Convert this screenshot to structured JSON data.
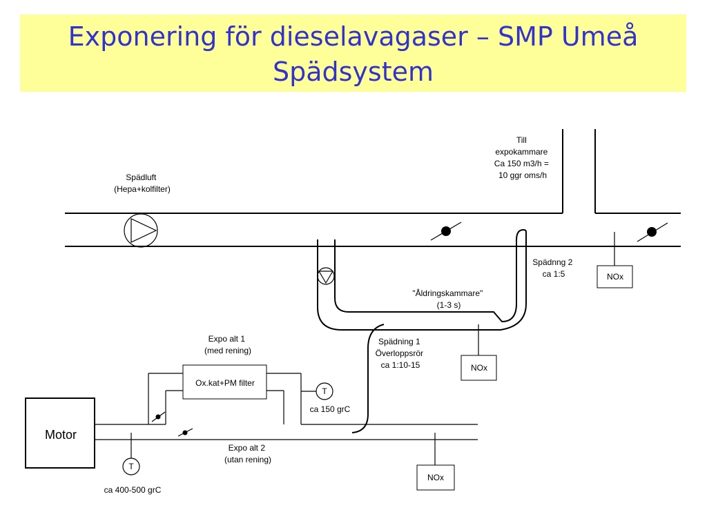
{
  "title": {
    "line1": "Exponering för dieselavagaser – SMP Umeå",
    "line2": "Spädsystem"
  },
  "labels": {
    "spadluft": [
      "Spädluft",
      "(Hepa+kolfilter)"
    ],
    "till_expo": [
      "Till",
      "expokammare",
      "Ca 150 m3/h =",
      "10 ggr oms/h"
    ],
    "spadning2": [
      "Spädnng 2",
      "ca 1:5"
    ],
    "aldring": [
      "\"Åldringskammare\"",
      "(1-3 s)"
    ],
    "spadning1": [
      "Spädning 1",
      "Överloppsrör",
      "ca 1:10-15"
    ],
    "expo_alt1": [
      "Expo alt 1",
      "(med rening)"
    ],
    "expo_alt2": [
      "Expo alt 2",
      "(utan rening)"
    ],
    "filter": "Ox.kat+PM filter",
    "motor": "Motor",
    "t_sensor": "T",
    "temp_filter": "ca 150 grC",
    "temp_motor": "ca 400-500 grC",
    "nox": "NOx"
  },
  "colors": {
    "title_bg": "#ffff99",
    "title_text": "#3333cc",
    "lines": "#000000"
  }
}
